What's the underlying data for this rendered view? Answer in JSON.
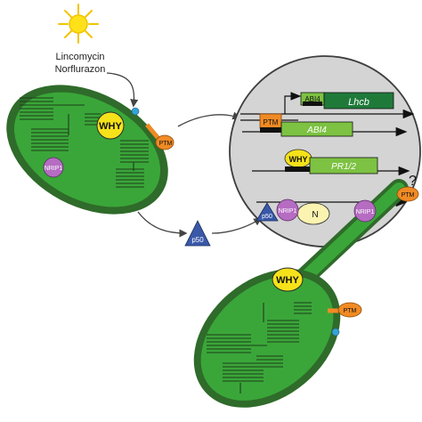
{
  "stimulus": {
    "line1": "Lincomycin",
    "line2": "Norflurazon"
  },
  "chloroplast_top": {
    "why": "WHY",
    "nrip1": "NRIP1",
    "ptm": "PTM"
  },
  "nucleus": {
    "gene_abi4_lhcb": {
      "tf": "ABI4",
      "gene": "Lhcb"
    },
    "gene_ptm_abi4": {
      "tf": "PTM",
      "gene": "ABI4"
    },
    "gene_why_pr": {
      "tf": "WHY",
      "gene": "PR1/2"
    },
    "complex": {
      "p50": "p50",
      "nrip1": "NRIP1",
      "n": "N"
    },
    "question": "?",
    "ptm_right": "PTM",
    "nrip1_stromule": "NRIP1"
  },
  "free_p50": "p50",
  "chloroplast_bottom": {
    "why": "WHY",
    "ptm": "PTM"
  },
  "colors": {
    "outer_membrane": "#2f6b2a",
    "stroma": "#3aa639",
    "nucleus_fill": "#d4d4d4",
    "ptm": "#f08a24",
    "why": "#f5e21a",
    "nrip1": "#b56cc2",
    "p50": "#3a58a8",
    "gene_box": "#7dc242",
    "gene_box_dark": "#1f7a3a"
  },
  "icons": [
    "sun-icon"
  ]
}
